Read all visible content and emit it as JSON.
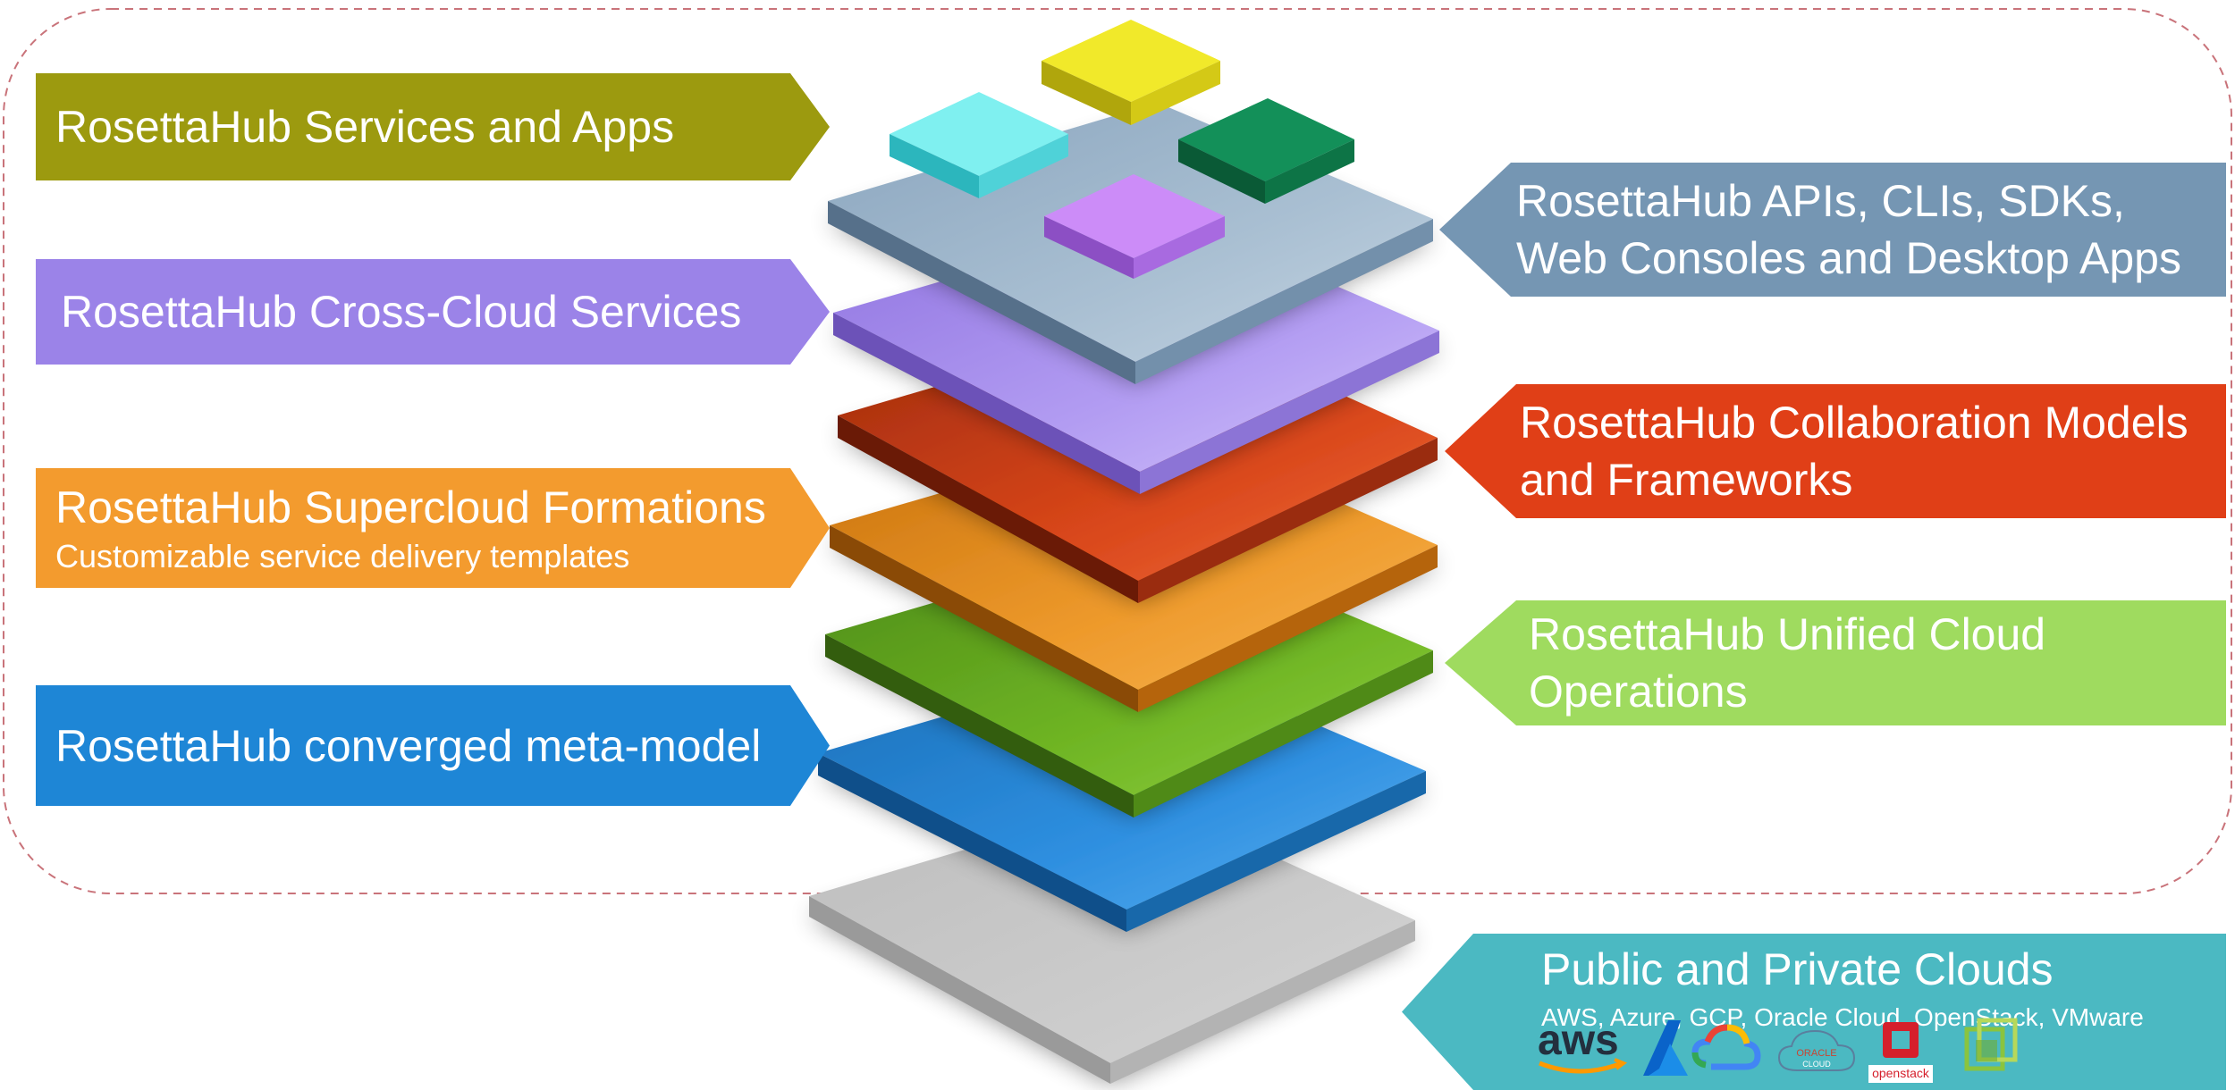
{
  "labels": {
    "services_apps": "RosettaHub Services and Apps",
    "cross_cloud": "RosettaHub Cross-Cloud Services",
    "supercloud_title": "RosettaHub Supercloud Formations",
    "supercloud_sub": "Customizable service delivery templates",
    "meta_model": "RosettaHub converged meta-model",
    "apis_line1": "RosettaHub APIs, CLIs, SDKs,",
    "apis_line2": "Web Consoles and Desktop Apps",
    "collab_line1": "RosettaHub Collaboration Models",
    "collab_line2": "and Frameworks",
    "unified_line1": "RosettaHub Unified Cloud",
    "unified_line2": "Operations",
    "clouds_title": "Public and Private Clouds",
    "clouds_sub": "AWS, Azure, GCP, Oracle Cloud, OpenStack, VMware"
  },
  "logos": {
    "aws": "aws",
    "oracle_top": "ORACLE",
    "oracle_bottom": "CLOUD",
    "openstack": "openstack"
  },
  "colors": {
    "services_apps": "#9c9a0f",
    "cross_cloud": "#9b83e8",
    "supercloud": "#f39b2e",
    "meta_model": "#1e86d6",
    "apis": "#7596b3",
    "collab": "#e03f17",
    "unified": "#9fdb5f",
    "clouds": "#4bb9c2",
    "dashed_border": "#c9737a"
  }
}
